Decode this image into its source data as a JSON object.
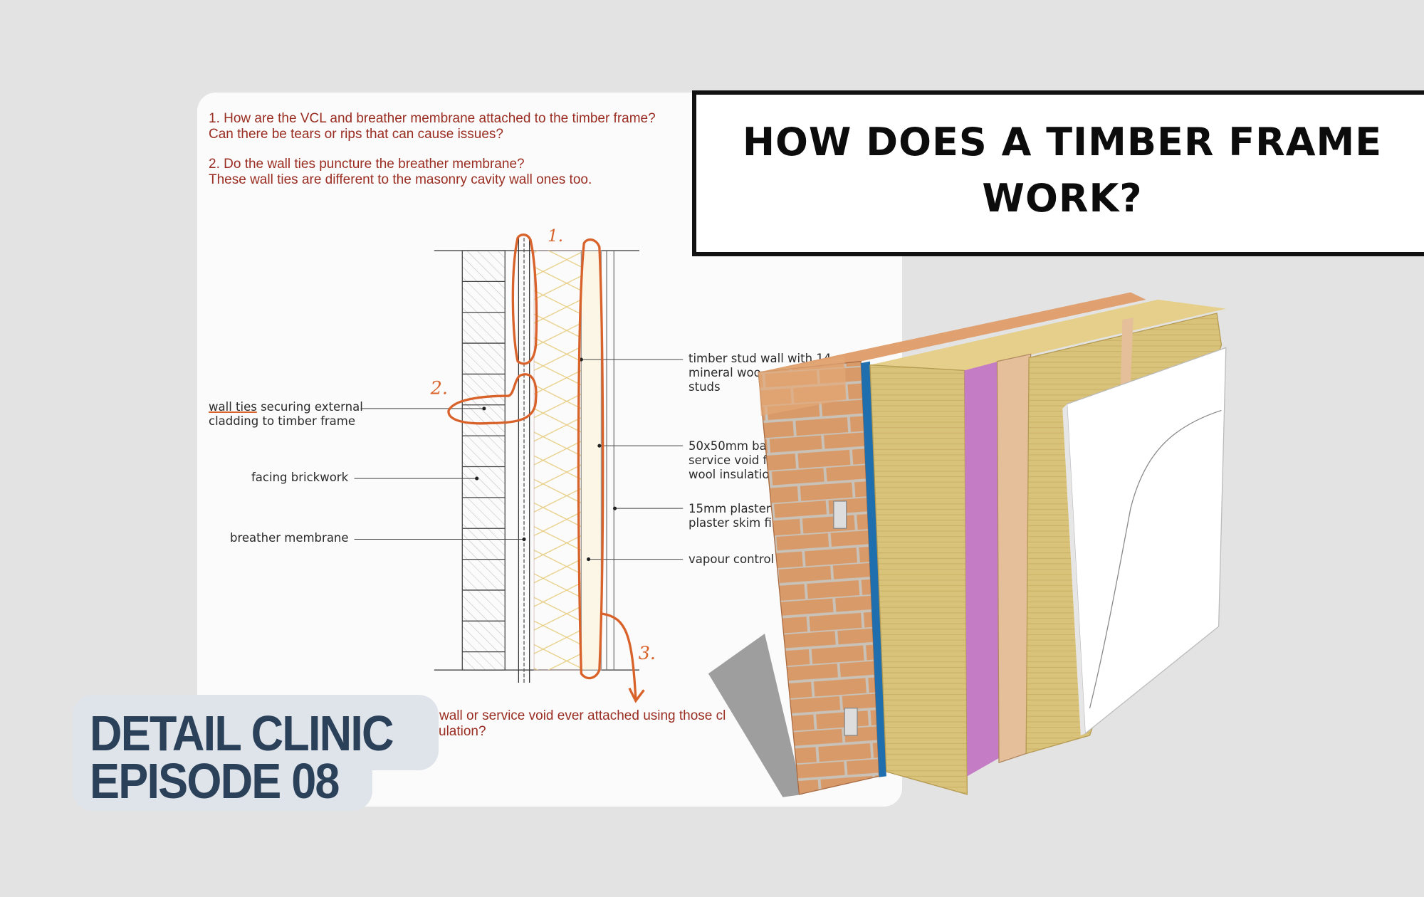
{
  "header": {
    "title_line1": "HOW DOES A TIMBER FRAME",
    "title_line2": "WORK?"
  },
  "badge": {
    "line1": "DETAIL CLINIC",
    "line2": "EPISODE 08"
  },
  "questions": {
    "q1_line1": "1. How are the VCL and breather membrane attached to the timber frame?",
    "q1_line2": "Can there be tears or rips that can cause issues?",
    "q2_line1": "2. Do the wall ties puncture the breather membrane?",
    "q2_line2": "These wall ties are different to the masonry cavity wall ones too.",
    "q3_line1_visible": "wall or service void ever attached using those cl",
    "q3_line2_visible": "ulation?"
  },
  "labels_left": {
    "wall_ties_1": "wall ties",
    "wall_ties_2": " securing external",
    "wall_ties_3": "cladding to timber frame",
    "brickwork": "facing brickwork",
    "breather": "breather membrane"
  },
  "labels_right": {
    "stud_1": "timber stud wall with 14",
    "stud_2": "mineral woo",
    "stud_3": "studs",
    "batten_1": "50x50mm ba",
    "batten_2": "service void f",
    "batten_3": "wool insulatio",
    "plaster_1": "15mm plasterb",
    "plaster_2": "plaster skim fin",
    "vapour": "vapour control"
  },
  "annotations": {
    "n1": "1.",
    "n2": "2.",
    "n3": "3."
  },
  "colors": {
    "annotation": "#d9622b",
    "question_text": "#9a2d22",
    "badge_text": "#2b4059",
    "badge_bg": "#dfe4eb"
  }
}
